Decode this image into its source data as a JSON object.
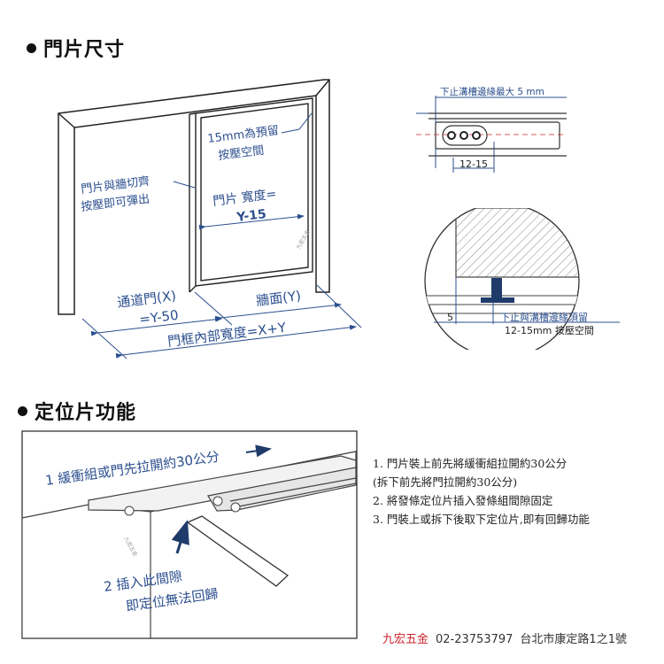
{
  "section1": {
    "title": "門片尺寸"
  },
  "section2": {
    "title": "定位片功能"
  },
  "door_diagram": {
    "reserve_note": [
      "15mm為預留",
      "按壓空間"
    ],
    "flush_note": [
      "門片與牆切齊",
      "按壓即可彈出"
    ],
    "door_width_label": "門片 寬度=",
    "door_width_value": "Y-15",
    "passage_label": "通道門(X)",
    "passage_value": "=Y-50",
    "wall_label": "牆面(Y)",
    "frame_label": "門框內部寬度=X+Y",
    "watermark": "九宏五金"
  },
  "track_diagram": {
    "top_note": "下止溝槽邊緣最大 5 mm",
    "dim_label": "12-15"
  },
  "circle_diagram": {
    "dim_label": "5",
    "note_line1": "下止與溝槽邊緣須留",
    "note_line2": "12-15mm 按壓空間"
  },
  "locator_diagram": {
    "step1": "1 緩衝組或門先拉開約30公分",
    "step2_line1": "2 插入此間隙",
    "step2_line2": "即定位無法回歸",
    "watermark": "九宏五金"
  },
  "notes": [
    "1. 門片裝上前先將緩衝組拉開約30公分",
    "(拆下前先將門拉開約30公分)",
    "2. 將發條定位片插入發條組間隙固定",
    "3. 門裝上或拆下後取下定位片,即有回歸功能"
  ],
  "footer": {
    "brand": "九宏五金",
    "phone": "02-23753797",
    "address": "台北市康定路1之1號"
  },
  "colors": {
    "annotation": "#2c4f8e",
    "brand": "#c8232c"
  }
}
